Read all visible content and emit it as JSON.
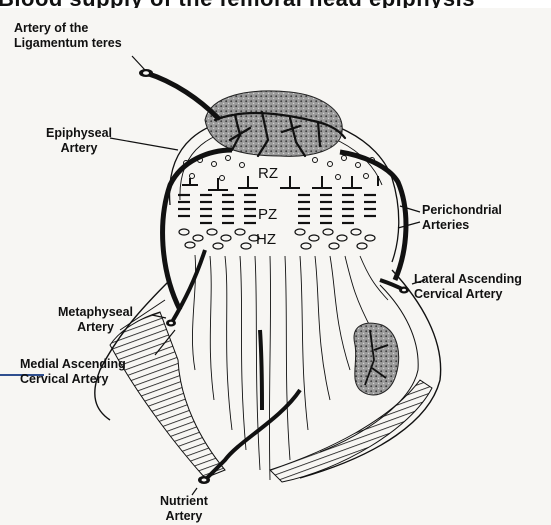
{
  "header": {
    "title_fragment": "Blood supply of the femoral head epiphysis"
  },
  "labels": {
    "artery_ligamentum_teres": "Artery of the\nLigamentum teres",
    "epiphyseal_artery": "Epiphyseal\nArtery",
    "perichondrial_arteries": "Perichondrial\nArteries",
    "lateral_ascending": "Lateral Ascending\nCervical Artery",
    "metaphyseal_artery": "Metaphyseal\nArtery",
    "medial_ascending": "Medial Ascending\nCervical Artery",
    "nutrient_artery": "Nutrient\nArtery"
  },
  "zones": {
    "rz": "RZ",
    "pz": "PZ",
    "hz": "HZ"
  },
  "colors": {
    "ink": "#111111",
    "paper": "#f7f6f3",
    "ossification": "#7a7a7a",
    "accent_line": "#2f4f8f"
  }
}
